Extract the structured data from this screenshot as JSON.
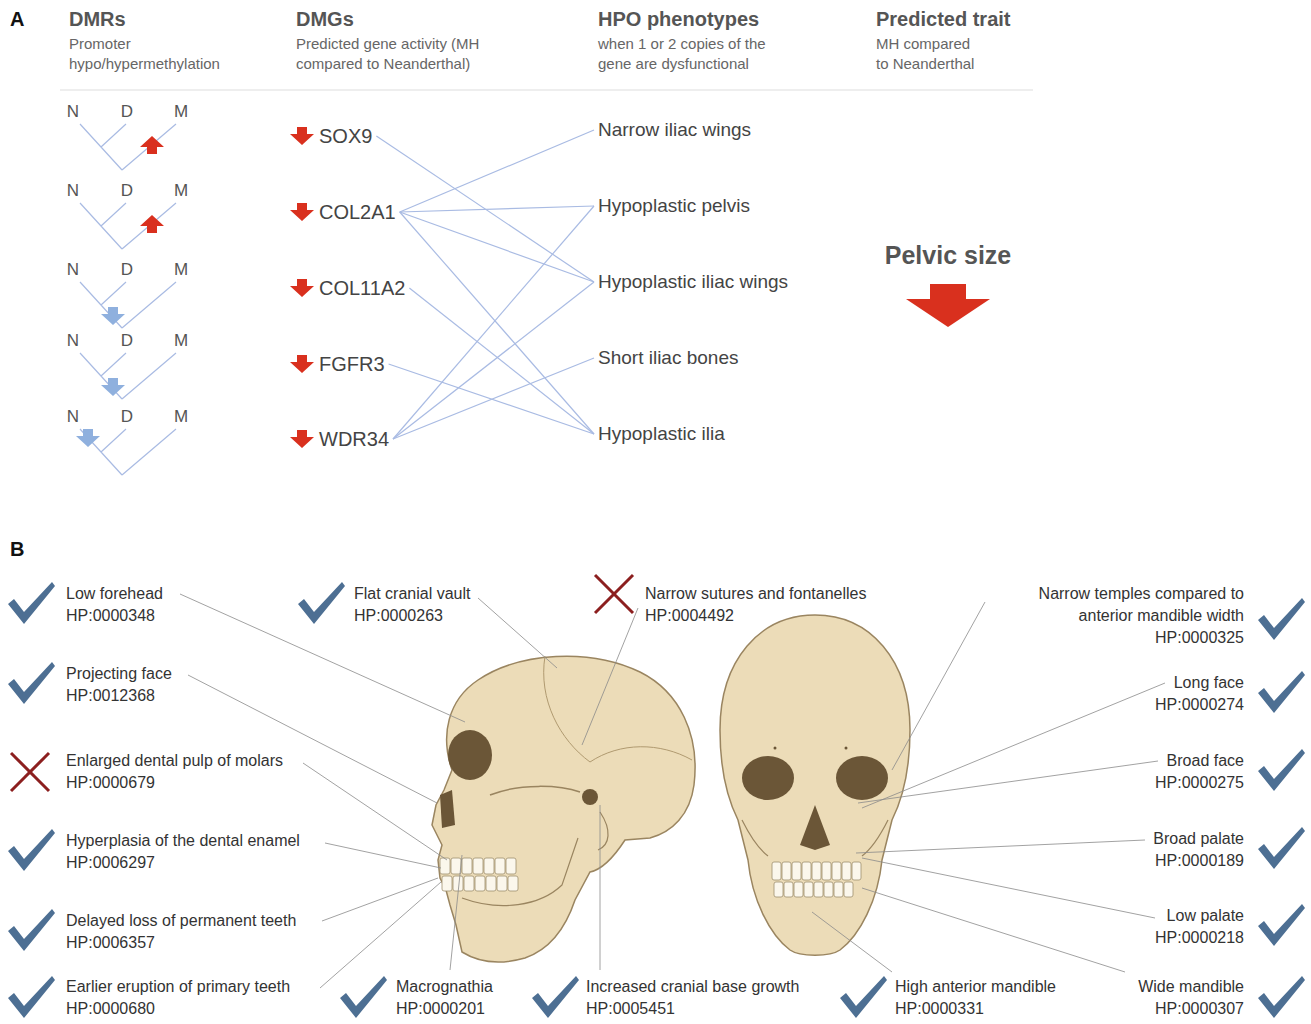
{
  "diagram": {
    "nodes": [
      {
        "text": [
          "SOX9"
        ]
      },
      {
        "text": [
          "COL2A1"
        ]
      },
      {
        "text": [
          "COL11A2"
        ]
      },
      {
        "text": [
          "FGFR3"
        ]
      },
      {
        "text": [
          "WDR34"
        ]
      },
      {
        "text": [
          "Narrow iliac wings"
        ]
      },
      {
        "text": [
          "Hypoplastic pelvis"
        ]
      },
      {
        "text": [
          "Hypoplastic iliac wings"
        ]
      },
      {
        "text": [
          "Short iliac bones"
        ]
      },
      {
        "text": [
          "Hypoplastic ilia"
        ]
      }
    ],
    "edges": [
      {
        "from": 0,
        "to": 7,
        "arrow": "none"
      },
      {
        "from": 1,
        "to": 5,
        "arrow": "none"
      },
      {
        "from": 1,
        "to": 6,
        "arrow": "none"
      },
      {
        "from": 1,
        "to": 7,
        "arrow": "none"
      },
      {
        "from": 1,
        "to": 9,
        "arrow": "none"
      },
      {
        "from": 2,
        "to": 9,
        "arrow": "none"
      },
      {
        "from": 3,
        "to": 9,
        "arrow": "none"
      },
      {
        "from": 4,
        "to": 6,
        "arrow": "none"
      },
      {
        "from": 4,
        "to": 7,
        "arrow": "none"
      },
      {
        "from": 4,
        "to": 8,
        "arrow": "none"
      }
    ],
    "labels": [
      "A",
      "DMRs",
      "Promoter hypo/hypermethylation",
      "DMGs",
      "Predicted gene activity (MH compared to Neanderthal)",
      "HPO phenotypes",
      "when 1 or 2 copies of the gene are dysfunctional",
      "Predicted trait",
      "MH compared to Neanderthal",
      "N",
      "D",
      "M",
      "N",
      "D",
      "M",
      "N",
      "D",
      "M",
      "N",
      "D",
      "M",
      "N",
      "D",
      "M",
      "Pelvic size",
      "B",
      "Low forehead",
      "HP:0000348",
      "Projecting face",
      "HP:0012368",
      "Enlarged dental pulp of molars",
      "HP:0000679",
      "Hyperplasia of the dental enamel",
      "HP:0006297",
      "Delayed loss of permanent teeth",
      "HP:0006357",
      "Earlier eruption of primary teeth",
      "HP:0000680",
      "Flat cranial vault",
      "HP:0000263",
      "Narrow sutures and fontanelles",
      "HP:0004492",
      "Macrognathia",
      "HP:0000201",
      "Increased cranial base growth",
      "HP:0005451",
      "High anterior mandible",
      "HP:0000331",
      "Narrow temples compared to anterior mandible width",
      "HP:0000325",
      "Long face",
      "HP:0000274",
      "Broad face",
      "HP:0000275",
      "Broad palate",
      "HP:0000189",
      "Low palate",
      "HP:0000218",
      "Wide mandible",
      "HP:0000307"
    ]
  }
}
